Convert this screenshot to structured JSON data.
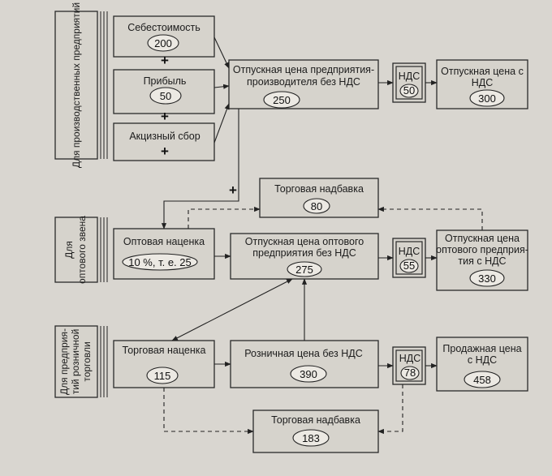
{
  "sections": {
    "producers": "Для производственных предприятий",
    "wholesale_1": "Для",
    "wholesale_2": "оптового звена",
    "retail_1": "Для предприя-",
    "retail_2": "тий розничной",
    "retail_3": "торговли"
  },
  "boxes": {
    "cost": {
      "label": "Себестоимость",
      "value": "200"
    },
    "profit": {
      "label": "Прибыль",
      "value": "50"
    },
    "excise": {
      "label": "Акцизный сбор"
    },
    "producer_price": {
      "label_1": "Отпускная цена предприятия-",
      "label_2": "производителя без НДС",
      "value": "250"
    },
    "vat1": {
      "label": "НДС",
      "value": "50"
    },
    "producer_price_vat": {
      "label_1": "Отпускная цена с",
      "label_2": "НДС",
      "value": "300"
    },
    "trade_markup_top": {
      "label": "Торговая надбавка",
      "value": "80"
    },
    "wholesale_markup": {
      "label": "Оптовая наценка",
      "value": "10 %, т. е. 25"
    },
    "wholesale_price": {
      "label_1": "Отпускная цена оптового",
      "label_2": "предприятия без НДС",
      "value": "275"
    },
    "vat2": {
      "label": "НДС",
      "value": "55"
    },
    "wholesale_price_vat": {
      "label_1": "Отпускная цена",
      "label_2": "оптового предприя-",
      "label_3": "тия с НДС",
      "value": "330"
    },
    "retail_markup": {
      "label": "Торговая наценка",
      "value": "115"
    },
    "retail_price": {
      "label": "Розничная цена без НДС",
      "value": "390"
    },
    "vat3": {
      "label": "НДС",
      "value": "78"
    },
    "sale_price": {
      "label_1": "Продажная цена",
      "label_2": "с НДС",
      "value": "458"
    },
    "trade_markup_bottom": {
      "label": "Торговая надбавка",
      "value": "183"
    }
  },
  "plus_sign": "+"
}
